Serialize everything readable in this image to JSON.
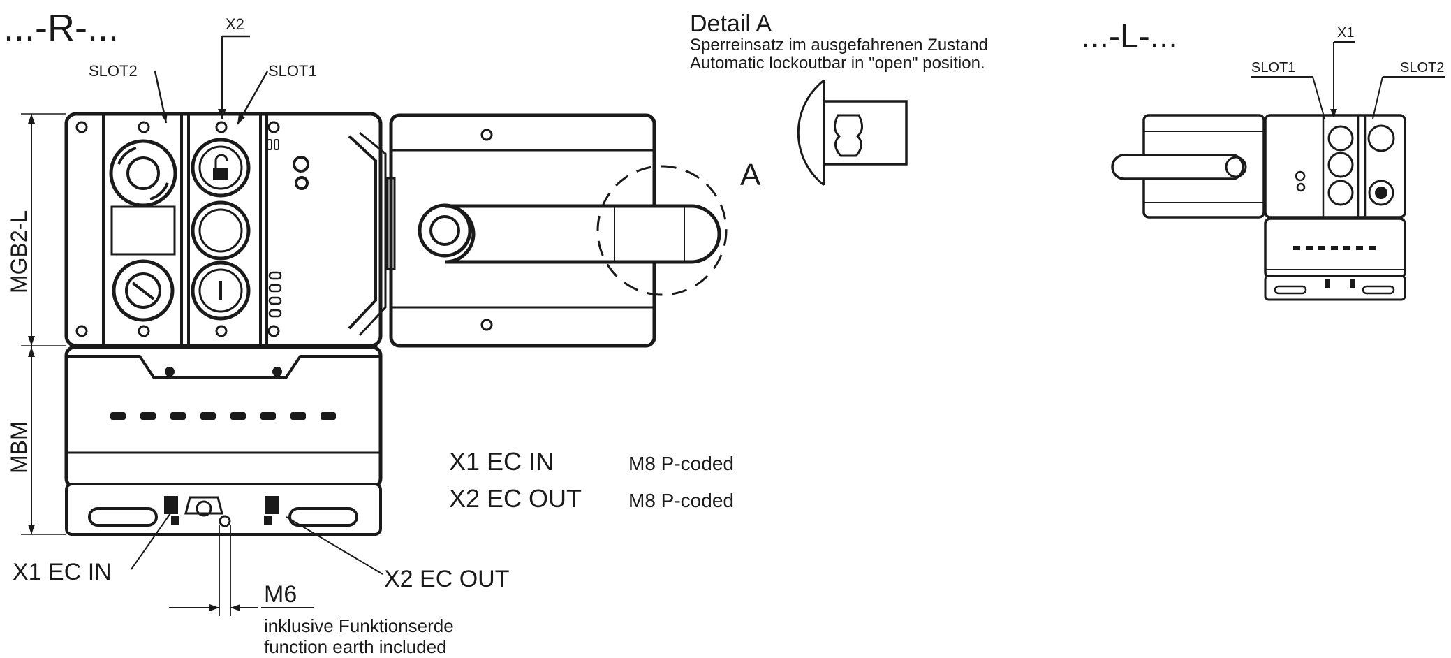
{
  "variants": {
    "right": {
      "label": "...-R-..."
    },
    "left": {
      "label": "...-L-..."
    }
  },
  "right_view": {
    "x2_callout": "X2",
    "slot2_callout": "SLOT2",
    "slot1_callout": "SLOT1",
    "dimension_mgb2": "MGB2-L",
    "dimension_mbm": "MBM",
    "detail_marker": "A",
    "x1_connector_callout": "X1 EC IN",
    "x2_connector_callout": "X2 EC OUT",
    "thread_label": "M6",
    "earth_note_de": "inklusive Funktionserde",
    "earth_note_en": "function earth included"
  },
  "detail": {
    "title": "Detail A",
    "line_de": "Sperreinsatz im ausgefahrenen Zustand",
    "line_en": "Automatic lockoutbar in \"open\" position."
  },
  "connector_table": [
    {
      "name": "X1 EC IN",
      "type": "M8 P-coded"
    },
    {
      "name": "X2 EC OUT",
      "type": "M8 P-coded"
    }
  ],
  "left_view": {
    "x1_callout": "X1",
    "slot1_callout": "SLOT1",
    "slot2_callout": "SLOT2"
  }
}
